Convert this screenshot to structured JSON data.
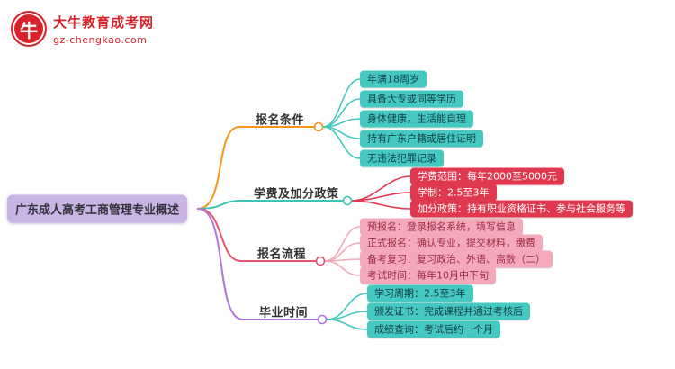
{
  "logo": {
    "badge_glyph": "牛",
    "brand": "大牛教育成考网",
    "site": "gz-chengkao.com",
    "color": "#d9232a"
  },
  "root": {
    "label": "广东成人高考工商管理专业概述",
    "bg": "#c9b4e4",
    "fg": "#33313a"
  },
  "branches": [
    {
      "label": "报名条件",
      "color": "#f7941d",
      "child_bg": "#45c8c0",
      "child_fg": "#123f45",
      "children": [
        "年满18周岁",
        "具备大专或同等学历",
        "身体健康，生活能自理",
        "持有广东户籍或居住证明",
        "无违法犯罪记录"
      ]
    },
    {
      "label": "学费及加分政策",
      "color": "#3bc3bb",
      "child_bg": "#e0394f",
      "child_fg": "#ffffff",
      "children": [
        "学费范围：每年2000至5000元",
        "学制：2.5至3年",
        "加分政策：持有职业资格证书、参与社会服务等"
      ]
    },
    {
      "label": "报名流程",
      "color": "#e8536f",
      "child_bg": "#f4a9ba",
      "child_fg": "#9e2b42",
      "children": [
        "预报名：登录报名系统，填写信息",
        "正式报名：确认专业，提交材料，缴费",
        "备考复习：复习政治、外语、高数（二）",
        "考试时间：每年10月中下旬"
      ]
    },
    {
      "label": "毕业时间",
      "color": "#b176d9",
      "child_bg": "#45c8c0",
      "child_fg": "#123f45",
      "children": [
        "学习周期：2.5至3年",
        "颁发证书：完成课程并通过考核后",
        "成绩查询：考试后约一个月"
      ]
    }
  ]
}
